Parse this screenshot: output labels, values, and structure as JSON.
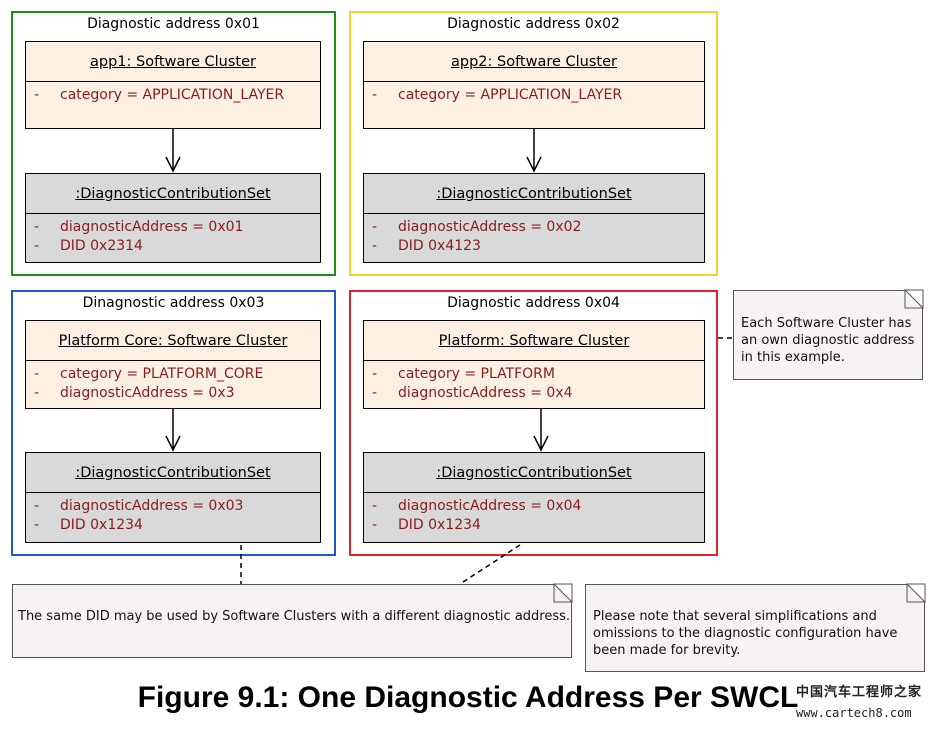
{
  "groups": [
    {
      "title": "Diagnostic address 0x01",
      "color": "#1e8c1e",
      "sw": {
        "name": "app1: Software Cluster",
        "attrs": [
          "category = APPLICATION_LAYER"
        ]
      },
      "dcs": {
        "name": ":DiagnosticContributionSet",
        "attrs": [
          "diagnosticAddress = 0x01",
          "DID 0x2314"
        ]
      }
    },
    {
      "title": "Diagnostic address 0x02",
      "color": "#f5d327",
      "sw": {
        "name": "app2: Software Cluster",
        "attrs": [
          "category = APPLICATION_LAYER"
        ]
      },
      "dcs": {
        "name": ":DiagnosticContributionSet",
        "attrs": [
          "diagnosticAddress = 0x02",
          "DID 0x4123"
        ]
      }
    },
    {
      "title": "Dinagnostic address 0x03",
      "color": "#1e56d6",
      "sw": {
        "name": "Platform Core: Software Cluster",
        "attrs": [
          "category = PLATFORM_CORE",
          "diagnosticAddress = 0x3"
        ]
      },
      "dcs": {
        "name": ":DiagnosticContributionSet",
        "attrs": [
          "diagnosticAddress = 0x03",
          "DID 0x1234"
        ]
      }
    },
    {
      "title": "Diagnostic address 0x04",
      "color": "#e0252a",
      "sw": {
        "name": "Platform: Software Cluster",
        "attrs": [
          "category = PLATFORM",
          "diagnosticAddress = 0x4"
        ]
      },
      "dcs": {
        "name": ":DiagnosticContributionSet",
        "attrs": [
          "diagnosticAddress = 0x04",
          "DID 0x1234"
        ]
      }
    }
  ],
  "attr_prefix": "-",
  "notes": {
    "address": [
      "Each Software Cluster has",
      "an own diagnostic address",
      "in this example."
    ],
    "did": [
      "The same DID may be used by Software Clusters with a different diagnostic address."
    ],
    "simplification": [
      "Please note that several simplifications and",
      "omissions to the diagnostic configuration have",
      "been made for brevity."
    ]
  },
  "caption": "Figure 9.1: One Diagnostic Address Per SWCL",
  "watermark": {
    "line1": "中国汽车工程师之家",
    "line2": "www.cartech8.com"
  }
}
